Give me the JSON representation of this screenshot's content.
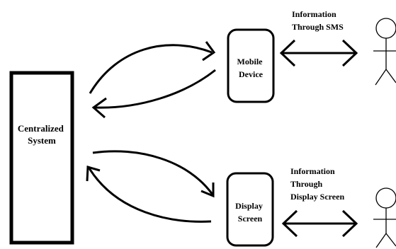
{
  "nodes": {
    "central": {
      "lines": [
        "Centralized",
        "System"
      ]
    },
    "mobile": {
      "lines": [
        "Mobile",
        "Device"
      ]
    },
    "display": {
      "lines": [
        "Display",
        "Screen"
      ]
    }
  },
  "annotations": {
    "sms": {
      "lines": [
        "Information",
        "Through SMS"
      ]
    },
    "display": {
      "lines": [
        "Information",
        "Through",
        "Display Screen"
      ]
    }
  },
  "colors": {
    "stroke": "#000000",
    "background": "#ffffff"
  }
}
